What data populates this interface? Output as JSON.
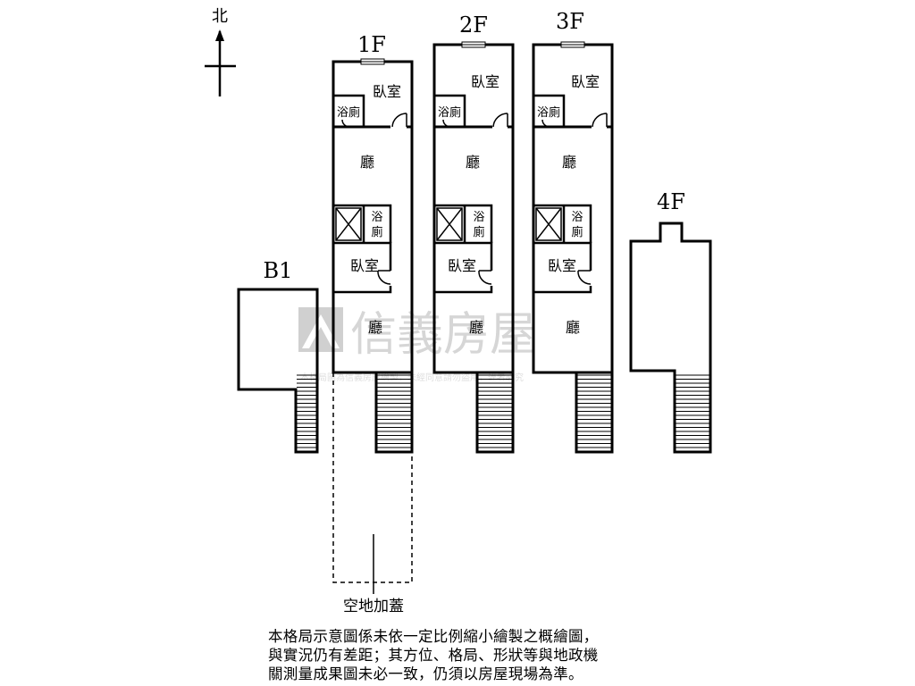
{
  "compass": {
    "north_label": "北"
  },
  "floors": {
    "b1": "B1",
    "f1": "1F",
    "f2": "2F",
    "f3": "3F",
    "f4": "4F"
  },
  "rooms": {
    "bedroom": "臥室",
    "bathroom": "浴廁",
    "bath_char": "浴",
    "toilet_char": "廁",
    "living": "廳"
  },
  "yard_label": "空地加蓋",
  "watermark": {
    "brand": "信義房屋",
    "notice": "本格局圖為信義房屋繪製，未經同意請勿盜用，違者必究"
  },
  "disclaimer": {
    "line1": "本格局示意圖係未依一定比例縮小繪製之概繪圖，",
    "line2": "與實況仍有差距；其方位、格局、形狀等與地政機",
    "line3": "關測量成果圖未必一致，仍須以房屋現場為準。"
  }
}
